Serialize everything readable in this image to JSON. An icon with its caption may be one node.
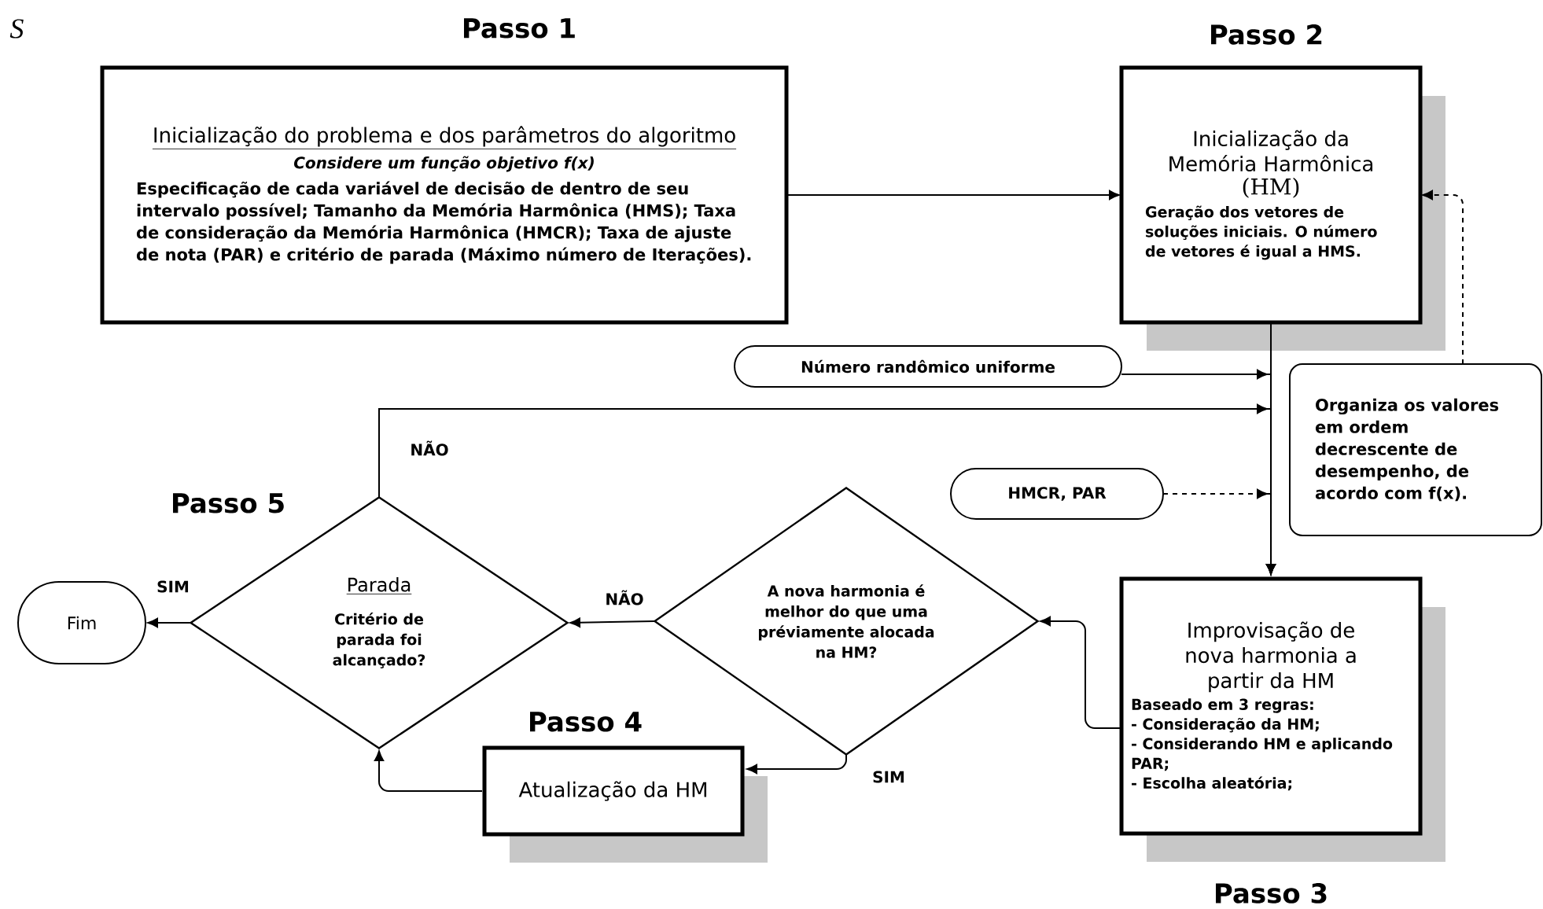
{
  "diagram": {
    "nodes": [
      {
        "text": [
          "Inicialização do problema e dos parâmetros do algoritmo",
          "Considere um função objetivo f(x)",
          "Especificação de cada variável de decisão de dentro de seu intervalo possível; Tamanho da Memória Harmônica (HMS); Taxa de consideração da Memória Harmônica (HMCR); Taxa de ajuste de nota (PAR) e critério de parada (Máximo número de Iterações)."
        ],
        "beside": [
          "Passo 1"
        ]
      },
      {
        "text": [
          "Inicialização da Memória Harmônica",
          "(HM)",
          "Geração dos vetores de soluções iniciais. O número de vetores é igual a HMS."
        ],
        "beside": [
          "Passo 2"
        ]
      },
      {
        "text": [
          "Número randômico uniforme"
        ]
      },
      {
        "text": [
          "Organiza os valores em ordem decrescente de desempenho, de acordo com f(x)."
        ]
      },
      {
        "text": [
          "HMCR, PAR"
        ]
      },
      {
        "text": [
          "Improvisação de nova harmonia a partir da HM",
          "Baseado em 3 regras:",
          "- Consideração da HM;",
          "- Considerando HM e aplicando PAR;",
          "- Escolha aleatória;"
        ],
        "beside": [
          "Passo 3"
        ]
      },
      {
        "text": [
          "A nova harmonia é melhor do que uma préviamente alocada na HM?"
        ]
      },
      {
        "text": [
          "Atualização da HM"
        ],
        "beside": [
          "Passo 4"
        ]
      },
      {
        "text": [
          "Parada",
          "Critério de parada foi alcançado?"
        ],
        "beside": [
          "Passo 5"
        ]
      },
      {
        "text": [
          "Fim"
        ]
      }
    ],
    "edges": [
      {
        "from": 0,
        "to": 1,
        "arrow": "to"
      },
      {
        "from": 1,
        "to": 5,
        "arrow": "to"
      },
      {
        "from": 2,
        "to": 5,
        "arrow": "to"
      },
      {
        "from": 8,
        "to": 5,
        "arrow": "to",
        "label": "NÃO"
      },
      {
        "from": 4,
        "to": 5,
        "arrow": "to",
        "style": "dashed"
      },
      {
        "from": 3,
        "to": 1,
        "arrow": "to",
        "style": "dashed"
      },
      {
        "from": 5,
        "to": 6,
        "arrow": "to"
      },
      {
        "from": 6,
        "to": 8,
        "arrow": "to",
        "label": "NÃO"
      },
      {
        "from": 6,
        "to": 7,
        "arrow": "to",
        "label": "SIM"
      },
      {
        "from": 7,
        "to": 8,
        "arrow": "to"
      },
      {
        "from": 8,
        "to": 9,
        "arrow": "to",
        "label": "SIM"
      }
    ],
    "labels": [
      "S"
    ]
  }
}
